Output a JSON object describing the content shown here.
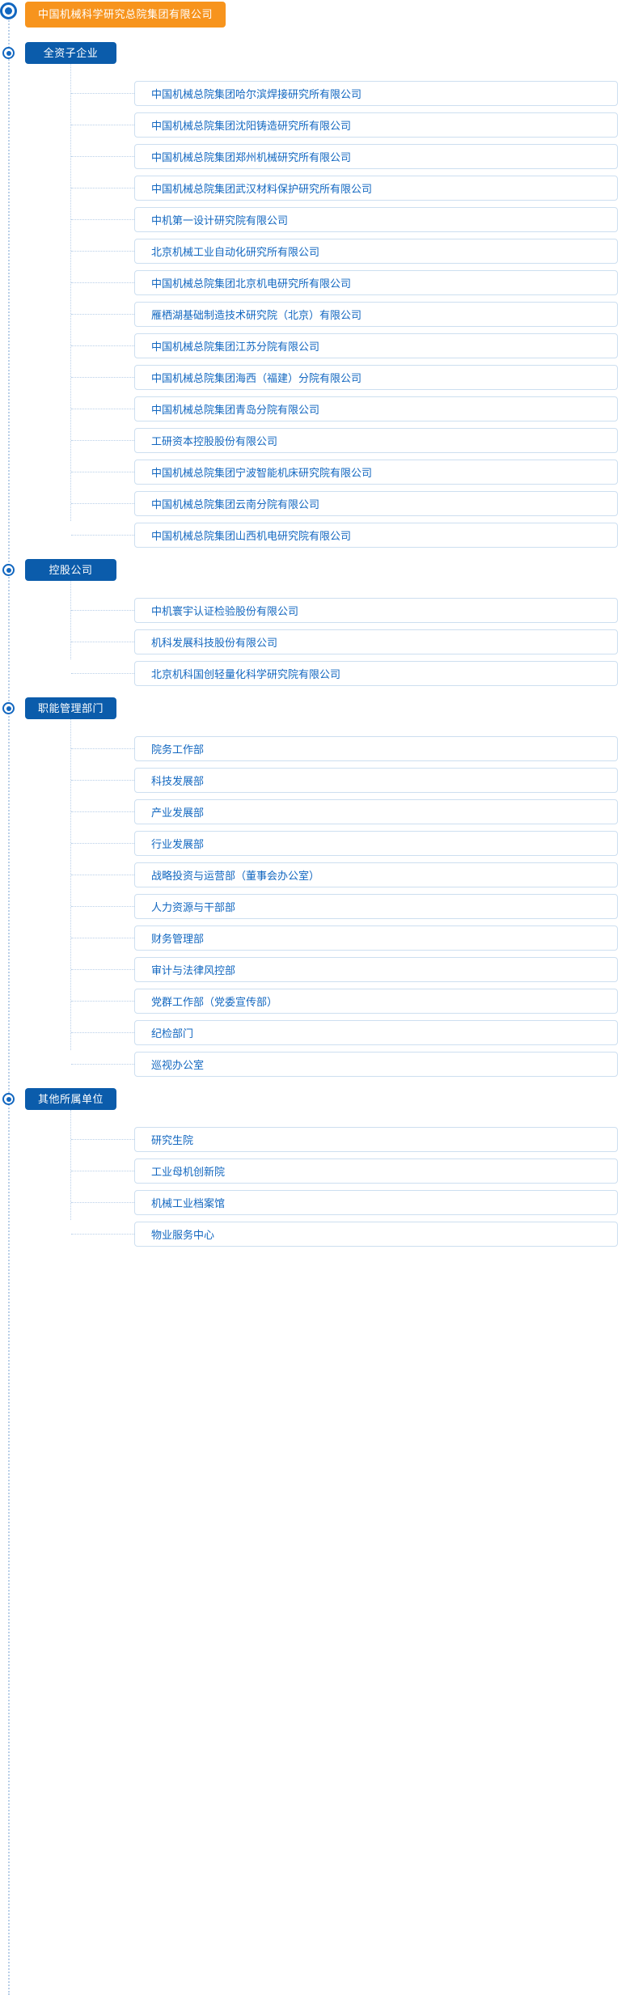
{
  "root": {
    "label": "中国机械科学研究总院集团有限公司",
    "color": "#f7941d"
  },
  "theme": {
    "section_color": "#0b5cab",
    "item_text_color": "#1267c0",
    "item_border_color": "#cddff0",
    "line_color": "#b9cfe8"
  },
  "sections": [
    {
      "label": "全资子企业",
      "items": [
        "中国机械总院集团哈尔滨焊接研究所有限公司",
        "中国机械总院集团沈阳铸造研究所有限公司",
        "中国机械总院集团郑州机械研究所有限公司",
        "中国机械总院集团武汉材料保护研究所有限公司",
        "中机第一设计研究院有限公司",
        "北京机械工业自动化研究所有限公司",
        "中国机械总院集团北京机电研究所有限公司",
        "雁栖湖基础制造技术研究院（北京）有限公司",
        "中国机械总院集团江苏分院有限公司",
        "中国机械总院集团海西（福建）分院有限公司",
        "中国机械总院集团青岛分院有限公司",
        "工研资本控股股份有限公司",
        "中国机械总院集团宁波智能机床研究院有限公司",
        "中国机械总院集团云南分院有限公司",
        "中国机械总院集团山西机电研究院有限公司"
      ]
    },
    {
      "label": "控股公司",
      "items": [
        "中机寰宇认证检验股份有限公司",
        "机科发展科技股份有限公司",
        "北京机科国创轻量化科学研究院有限公司"
      ]
    },
    {
      "label": "职能管理部门",
      "items": [
        "院务工作部",
        "科技发展部",
        "产业发展部",
        "行业发展部",
        "战略投资与运营部（董事会办公室）",
        "人力资源与干部部",
        "财务管理部",
        "审计与法律风控部",
        "党群工作部（党委宣传部）",
        "纪检部门",
        "巡视办公室"
      ]
    },
    {
      "label": "其他所属单位",
      "items": [
        "研究生院",
        "工业母机创新院",
        "机械工业档案馆",
        "物业服务中心"
      ]
    }
  ]
}
